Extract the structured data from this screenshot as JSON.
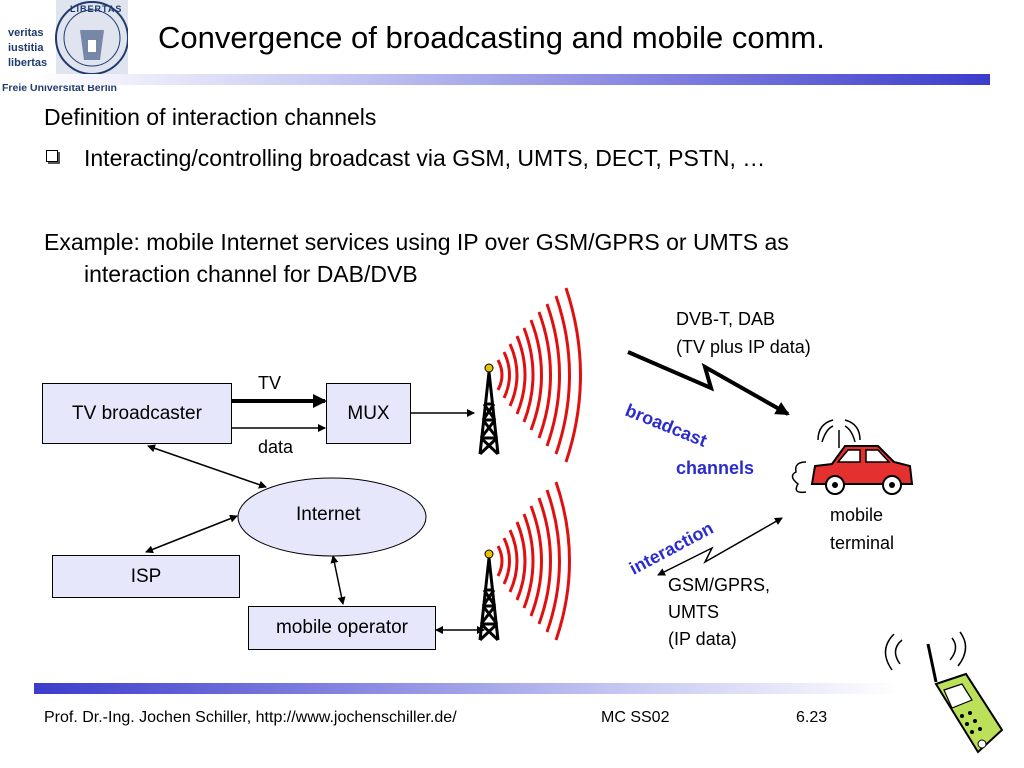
{
  "logo": {
    "motto": [
      "veritas",
      "iustitia",
      "libertas"
    ],
    "seal_text": "LIBERTAS",
    "university": "Freie Universität Berlin"
  },
  "title": "Convergence of broadcasting and mobile comm.",
  "content": {
    "definition_heading": "Definition of interaction channels",
    "bullet": "Interacting/controlling broadcast via GSM, UMTS, DECT, PSTN, …",
    "example_line1": "Example: mobile Internet  services using IP over GSM/GPRS or UMTS as",
    "example_line2": "interaction channel for DAB/DVB"
  },
  "diagram": {
    "nodes": {
      "tv_broadcaster": "TV broadcaster",
      "mux": "MUX",
      "internet": "Internet",
      "isp": "ISP",
      "mobile_operator": "mobile operator"
    },
    "edge_labels": {
      "tv": "TV",
      "data": "data"
    },
    "dvb_label_line1": "DVB-T, DAB",
    "dvb_label_line2": "(TV plus IP data)",
    "broadcast_label": "broadcast",
    "channels_label": "channels",
    "interaction_label": "interaction",
    "mobile_terminal_line1": "mobile",
    "mobile_terminal_line2": "terminal",
    "gsm_label_line1": "GSM/GPRS,",
    "gsm_label_line2": "UMTS",
    "gsm_label_line3": "(IP data)"
  },
  "footer": {
    "author": "Prof. Dr.-Ing. Jochen Schiller, http://www.jochenschiller.de/",
    "course": "MC SS02",
    "page": "6.23"
  },
  "colors": {
    "accent_blue": "#2b2bcf",
    "box_fill": "#e7e7fc",
    "wave_red": "#e01010",
    "car_red": "#e53030",
    "logo_blue": "#1f3a6e"
  }
}
